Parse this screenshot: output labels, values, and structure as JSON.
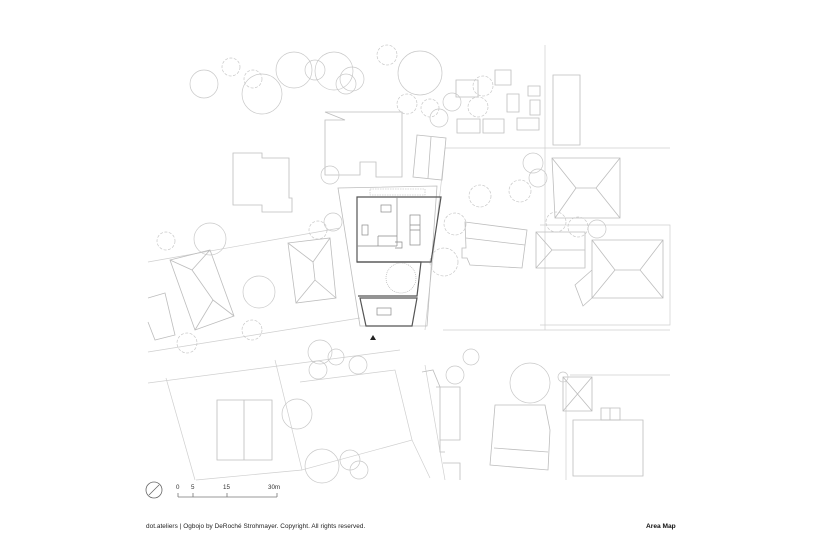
{
  "drawing": {
    "title": "Area Map",
    "credit": "dot.ateliers | Ogbojo by DeRoché Strohmayer. Copyright. All rights reserved."
  },
  "scale_bar": {
    "ticks": [
      "0",
      "5",
      "15",
      "30m"
    ]
  },
  "north_arrow": {
    "icon": "north-arrow-icon"
  },
  "entrance_marker": {
    "icon": "entrance-triangle-icon"
  },
  "colors": {
    "context_lines": "#cfcfcf",
    "project_outline": "#555555",
    "text": "#222222",
    "background": "#ffffff"
  }
}
